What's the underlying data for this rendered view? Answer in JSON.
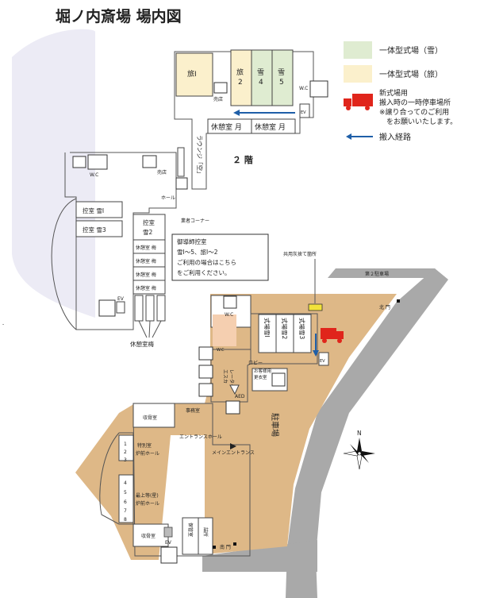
{
  "title": "堀ノ内斎場 場内図",
  "legend": {
    "snow": {
      "label": "一体型式場（雪）",
      "color": "#dfecd1"
    },
    "tabi": {
      "label": "一体型式場（旅）",
      "color": "#fbf0cc"
    },
    "truck": {
      "lines": [
        "新式場用",
        "搬入時の一時停車場所",
        "※譲り合ってのご利用",
        "　をお願いいたします。"
      ],
      "color": "#e0251b"
    },
    "route": {
      "label": "搬入経路",
      "color": "#1f5fa8"
    }
  },
  "floor2": {
    "floor_label": "２ 階",
    "halls": [
      {
        "line1": "旅Ⅰ",
        "line2": ""
      },
      {
        "line1": "旅",
        "line2": "2"
      },
      {
        "line1": "雪",
        "line2": "4"
      },
      {
        "line1": "雪",
        "line2": "5"
      }
    ],
    "shop_top": "売店",
    "wc_top": "W.C",
    "ev_top": "EV",
    "rest_moon": [
      "休憩室 月",
      "休憩室 月"
    ],
    "lounge": "ラウンジ「空」",
    "shop_left": "売店",
    "wc_left": "W.C",
    "hall": "ホール",
    "vendor_corner": "業者コーナー",
    "waiting": [
      "控室 雪Ⅰ",
      "控室 雪3"
    ],
    "waiting_snow2": [
      "控室",
      "雪2"
    ],
    "rest_ume": [
      "休憩室 梅",
      "休憩室 梅",
      "休憩室 梅",
      "休憩室 梅"
    ],
    "rest_ume_label": "休憩室梅",
    "ev_left": "EV",
    "callout": [
      "御導師控室",
      "雪Ⅰ～5、旅Ⅰ～2",
      "ご利用の場合はこちら",
      "をご利用ください。"
    ]
  },
  "floor1": {
    "ash_place": "共用灰捨て箇所",
    "parking2": "第２駐車場",
    "north_gate": "北 門",
    "south_gate": "南 門",
    "wc": "W.C",
    "wc_small": "W.C",
    "new_halls": [
      {
        "text": "式場雪Ⅰ"
      },
      {
        "text": "式場雪2"
      },
      {
        "text": "式場雪3"
      }
    ],
    "ev_new": "EV",
    "lobby": "ロビー",
    "changing": [
      "お客様用",
      "更衣室"
    ],
    "escalator": [
      "エスカ",
      "レーター"
    ],
    "aed": "AED",
    "office": "事務室",
    "parking": "駐車場",
    "storage_top": "収骨室",
    "storage_bottom": "収骨室",
    "special_hall": [
      "特別室",
      "炉前ホール"
    ],
    "top_hall": [
      "最上等(星)",
      "炉前ホール"
    ],
    "entrance_hall": "エントランスホール",
    "main_entrance": "メインエントランス",
    "custody": "保管室",
    "hall_small": "詰所",
    "ev_bottom": "EV",
    "furnace_numbers": [
      "1",
      "2",
      "3",
      "4",
      "5",
      "6",
      "7",
      "8"
    ]
  },
  "compass": "N"
}
